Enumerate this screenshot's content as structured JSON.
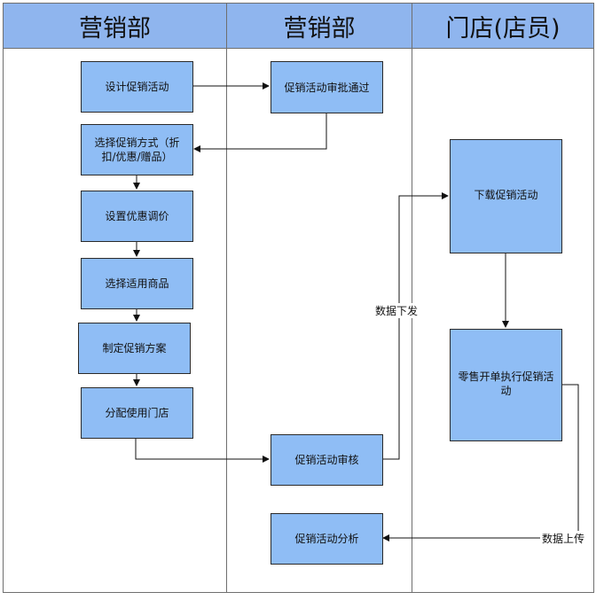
{
  "lanes": [
    {
      "title": "营销部"
    },
    {
      "title": "营销部"
    },
    {
      "title": "门店(店员)"
    }
  ],
  "nodes": {
    "design": "设计促销活动",
    "choose_method": "选择促销方式（折扣/优惠/赠品）",
    "set_discount": "设置优惠调价",
    "choose_goods": "选择适用商品",
    "make_plan": "制定促销方案",
    "assign_store": "分配使用门店",
    "approve_pass": "促销活动审批通过",
    "audit": "促销活动审核",
    "analysis": "促销活动分析",
    "download": "下载促销活动",
    "retail_exec": "零售开单执行促销活动"
  },
  "edge_labels": {
    "data_issue": "数据下发",
    "data_upload": "数据上传"
  }
}
